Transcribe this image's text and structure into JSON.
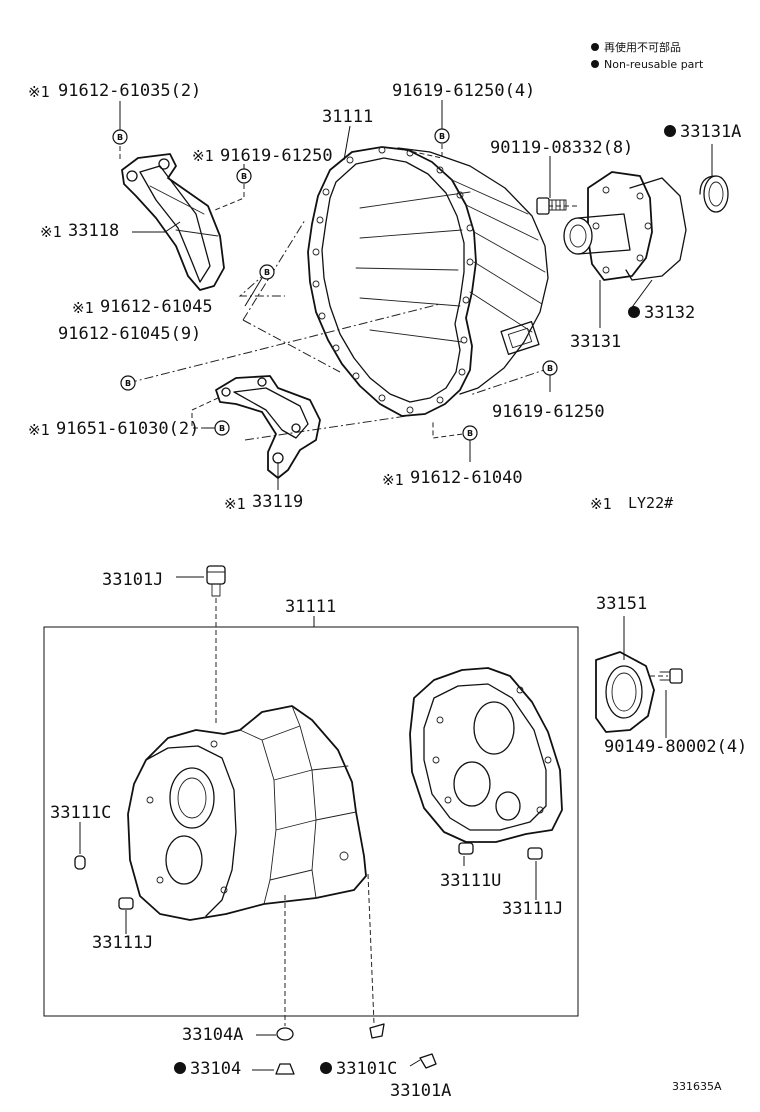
{
  "legend": {
    "non_reusable_ja": "再使用不可部品",
    "non_reusable_en": "Non-reusable part",
    "note_mark": "※1",
    "note_text": "LY22#"
  },
  "bolt_marker": "B",
  "callouts": {
    "p_91612_61035": "91612-61035(2)",
    "p_91619_61250_4": "91619-61250(4)",
    "p_31111_top": "31111",
    "p_91619_61250_a": "91619-61250",
    "p_90119_08332": "90119-08332(8)",
    "p_33131A": "33131A",
    "p_33118": "33118",
    "p_91612_61045": "91612-61045",
    "p_91612_61045_9": "91612-61045(9)",
    "p_33132": "33132",
    "p_33131": "33131",
    "p_91619_61250_b": "91619-61250",
    "p_91651_61030": "91651-61030(2)",
    "p_91612_61040": "91612-61040",
    "p_33119": "33119",
    "p_33101J": "33101J",
    "p_31111_bottom": "31111",
    "p_33151": "33151",
    "p_90149_80002": "90149-80002(4)",
    "p_33111C": "33111C",
    "p_33111U": "33111U",
    "p_33111J_right": "33111J",
    "p_33111J_left": "33111J",
    "p_33104A": "33104A",
    "p_33104": "33104",
    "p_33101C": "33101C",
    "p_33101A": "33101A"
  },
  "figure_id": "331635A"
}
